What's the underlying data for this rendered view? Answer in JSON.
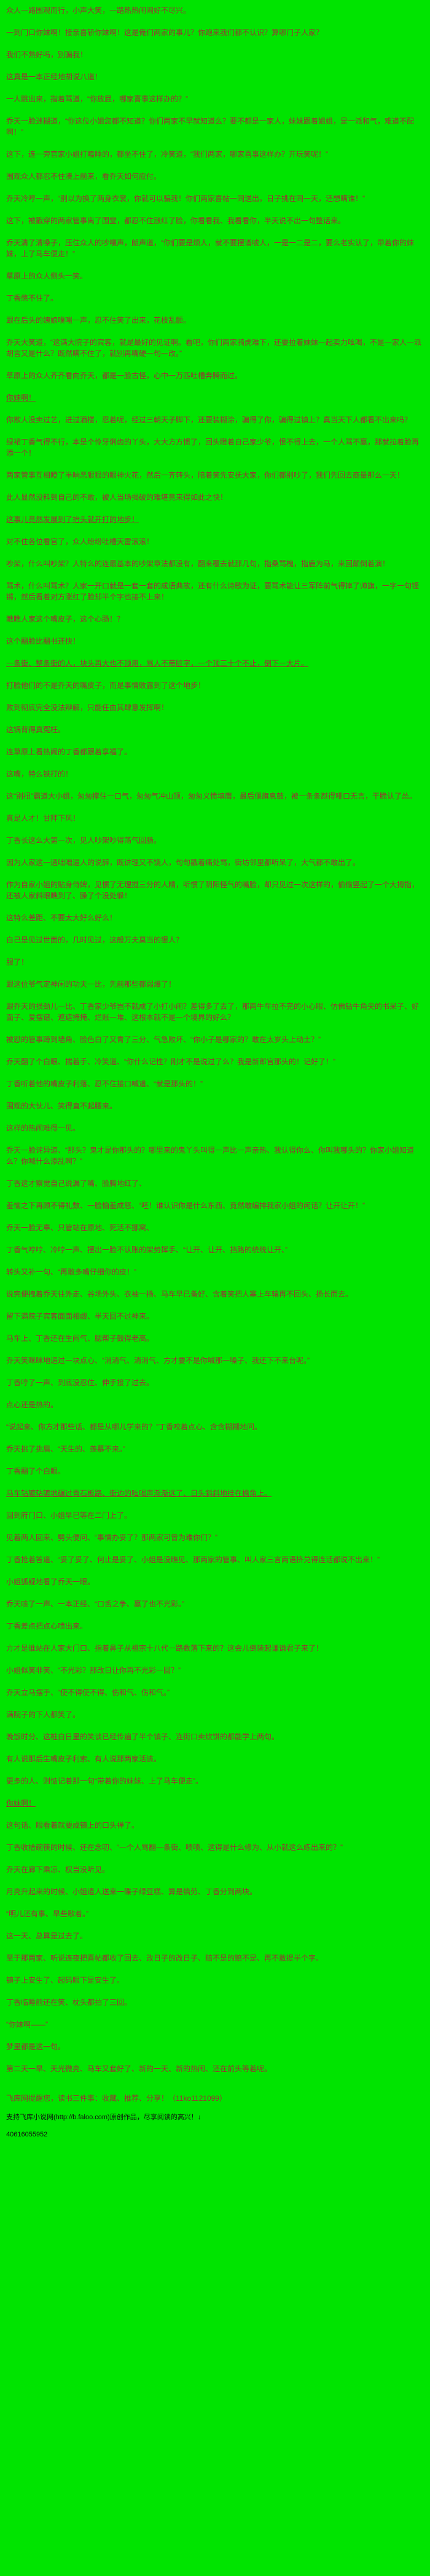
{
  "page": {
    "bg_color": "#00e400",
    "text_color": "#993333",
    "footer_text_color": "#111111"
  },
  "content": {
    "paragraphs": [
      {
        "text": "众人一路围观而行，小声大笑，一路热热闹闹好不尽兴。",
        "underline": false
      },
      {
        "text": "一到门口你妹啊！接亲喜轿你妹啊！这是俺们两家的事儿？你跑来我们都不认识？算哪门子人家？",
        "underline": false
      },
      {
        "text": "我们不熟好吗，别骗我！",
        "underline": false
      },
      {
        "text": "这真是一本正经地胡说八道！",
        "underline": false
      },
      {
        "text": "一人跳出来，指着骂道，“你放屁，哪家喜事这样办的？”",
        "underline": false
      },
      {
        "text": "乔天一脸迷糊道，“你这位小姐您都不知道？你们两家不早就知道么？要不都是一家人，妹妹跟着姐姐，是一派和气，难道不配啊！”",
        "underline": false
      },
      {
        "text": "这下，连一旁官家小姐打瞌睡的，都坐不住了，冷笑道，“我们两家，哪家喜事这样办？开玩笑呢！”",
        "underline": false
      },
      {
        "text": "围观众人都忍不住凑上前来，看乔天如何应付。",
        "underline": false
      },
      {
        "text": "乔天冷哼一声，“别以为换了两身衣裳，你就可以骗我！你们两家喜帖一同送出，日子挑在同一天，还想瞒谁！”",
        "underline": false
      },
      {
        "text": "这下，被戳穿的两家管事离了围堂，都忍不住涨红了脸，你看看我、我看看你，半天说不出一句整话来。",
        "underline": false
      },
      {
        "text": "乔天清了清嗓子，压住众人的吵嚷声，朗声道，“你们要是烦人，就不要摆谱唬人，一是一二是二，要么老实认了，带着你的妹妹，上了马车便走！”",
        "underline": false
      },
      {
        "text": "草原上的众人侧头一笑。",
        "underline": false
      },
      {
        "text": "丁香憋不住了。",
        "underline": false
      },
      {
        "text": "跟在后头的姨娘噗嗤一声，忍不住笑了出来，花枝乱颤。",
        "underline": false
      },
      {
        "text": "乔天大笑道，“这满大院子的宾客，就是最好的见证啊。看吧，你们两家骑虎难下，还要拉着妹妹一起卖力吆喝，不是一家人一派胡言又是什么？既然瞒不住了，就别再嘴硬一句一改。”",
        "underline": false
      },
      {
        "text": "草原上的众人齐齐看向乔天，都是一脸古怪，心中一万匹吐槽奔腾而过。",
        "underline": false
      },
      {
        "text": "你妹啊！",
        "underline": true
      },
      {
        "text": "你欺人没卖过艺，进过酒楼，忍着呢，经过三朝天子脚下，还要装糊涂，骗得了你，骗得过镇上？真当天下人都看不出来吗？",
        "underline": false
      },
      {
        "text": "绿裙丁香气得不行，本是个伶牙俐齿的丫头，大大方方惯了，回头瞪着自己家少爷，恨不得上去，一个人骂不赢，那就拉着脸再添一个！",
        "underline": false
      },
      {
        "text": "两家管事互相瞪了半晌恶狠狠的眼神火花，然后一齐转头，陪着笑先安抚大家，你们都别吵了，我们先回去商量那么一天！",
        "underline": false
      },
      {
        "text": "此人显然没料到自己的不敢，被人当场揭破的难堪竟来得如此之快！",
        "underline": false
      },
      {
        "text": "这事儿竟然发展到了抬头就开打的地步！",
        "underline": true
      },
      {
        "text": "对不住各位看官了，众人纷纷吐槽天雷滚滚！",
        "underline": false
      },
      {
        "text": "吵架，什么叫吵架？人特么的连最基本的吵架章法都没有，翻来覆去就那几句，指桑骂槐，指鹿为马，来回颠倒着演！",
        "underline": false
      },
      {
        "text": "骂术，什么叫骂术？人家一开口就是一套一套的成语典故，还有什么诗歌为证，要骂术能让三军阵前气得摔了帅旗，一字一句铿锵，然后看着对方涨红了脸却半个字也接不上来！",
        "underline": false
      },
      {
        "text": "瞧瞧人家这个嘴皮子，这个心肠！？",
        "underline": false
      },
      {
        "text": "这个翻脸比翻书还快！",
        "underline": false
      },
      {
        "text": "一条街、整条街的人，块头再大也不顶用，骂人不带脏字，一个顶三十个不止，倒下一大片。",
        "underline": true
      },
      {
        "text": "打脸他们的不是乔天的嘴皮子，而是事情败露到了这个地步！",
        "underline": false
      },
      {
        "text": "败到彻底完全没法辩解，只能任由其肆意发挥啊！",
        "underline": false
      },
      {
        "text": "这锅背得真冤枉。",
        "underline": false
      },
      {
        "text": "连草原上看热闹的丁香都跟着享福了。",
        "underline": false
      },
      {
        "text": "这嘴，特么铁打的！",
        "underline": false
      },
      {
        "text": "这“别扭”霸道大小姐，匆匆撑住一口气，匆匆气冲山顶，匆匆义愤填膺，最后偃旗息鼓，被一条条怼得哑口无言，干脆认了怂。",
        "underline": false
      },
      {
        "text": "真是人才！甘拜下风！",
        "underline": false
      },
      {
        "text": "丁香长这么大第一次，见人吵架吵得荡气回肠。",
        "underline": false
      },
      {
        "text": "因为人家这一通咄咄逼人的说辞，既讲理又不饶人，句句戳着痛处骂，街坊邻里都听呆了，大气都不敢出了。",
        "underline": false
      },
      {
        "text": "作为自家小姐的贴身侍婢，见惯了无理搅三分的人精，听惯了阴阳怪气的嘴脸，却只见过一次这样的，偷偷竖起了一个大拇指，还被人家斜眼瞧到了、臊了个没处躲！",
        "underline": false
      },
      {
        "text": "这特么差距、不要太大好么好么！",
        "underline": false
      },
      {
        "text": "自己是见过世面的，几时见过，这般万夫莫当的狠人？",
        "underline": false
      },
      {
        "text": "服了！",
        "underline": false
      },
      {
        "text": "跟这位爷气定神闲的功夫一比，先前那些都弱爆了！",
        "underline": false
      },
      {
        "text": "跟乔天的损劲儿一比、丁香家少爷岂不就成了小打小闹？差得多了去了，那两牛车拉不完的小心眼、仿佛钻牛角尖的书呆子、好面子、爱摆谱、遮遮掩掩、烂账一堆、这根本就不是一个境界的好么？",
        "underline": false
      },
      {
        "text": "被怼的管事蹲到墙角、脸色白了又青了三分、气急败坏、“你小子是哪家的？敢在太岁头上动土？”",
        "underline": false
      },
      {
        "text": "乔天翻了个白眼、揣着手、冷笑道、“你什么记性？刚才不是说过了么？我是新郎官那头的！记好了！”",
        "underline": false
      },
      {
        "text": "丁香听着他的嘴皮子利落、忍不住接口喊道、“就是那头的！”",
        "underline": false
      },
      {
        "text": "围观的大伙儿、笑得直不起腰来。",
        "underline": false
      },
      {
        "text": "这样的热闹难得一见。",
        "underline": false
      },
      {
        "text": "乔天一脸诧异道、“那头？鬼才是你那头的？哪里来的鬼丫头叫得一声比一声亲热、我认得你么、你叫我哪头的？你家小姐知道么？你喊什么添乱啊？”",
        "underline": false
      },
      {
        "text": "丁香这才察觉自己说漏了嘴、脸腾地红了、",
        "underline": false
      },
      {
        "text": "羞恼之下再顾不得礼数、一脸恼羞成怒、“呸！谁认识你是什么东西、竟然敢编排我家小姐的闲话？让开让开！”",
        "underline": false
      },
      {
        "text": "乔天一脸无辜、只管站在原地、死活不挪窝、",
        "underline": false
      },
      {
        "text": "丁香气哼哼、冷哼一声、摆出一脸不认账的架势挥手、“让开、让开、挡路的统统让开、”",
        "underline": false
      },
      {
        "text": "转头又补一句、“再敢多嘴仔细你的皮！”",
        "underline": false
      },
      {
        "text": "说完便拽着乔天往外走、谷场外头、衣袖一扬、马车早已备好、含着笑把人塞上车辕再不回头、扬长而去。",
        "underline": false
      },
      {
        "text": "留下满院子宾客面面相觑、半天回不过神来。",
        "underline": false
      },
      {
        "text": "马车上、丁香还在生闷气、腮帮子鼓得老高。",
        "underline": false
      },
      {
        "text": "乔天笑眯眯地递过一块点心、“消消气、消消气、方才要不是你喊那一嗓子、我还下不来台呢。”",
        "underline": false
      },
      {
        "text": "丁香哼了一声、到底没忍住、伸手接了过去。",
        "underline": false
      },
      {
        "text": "点心还是热的。",
        "underline": false
      },
      {
        "text": "“说起来、你方才那些话、都是从哪儿学来的？”丁香咬着点心、含含糊糊地问。",
        "underline": false
      },
      {
        "text": "乔天挑了挑眉、“天生的、羡慕不来。”",
        "underline": false
      },
      {
        "text": "丁香翻了个白眼。",
        "underline": false
      },
      {
        "text": "马车轱辘轱辘地碾过青石板路、街边的吆喝声渐渐远了、日头斜斜地挂在檐角上。",
        "underline": true
      },
      {
        "text": "回到府门口、小姐早已等在二门上了。",
        "underline": false
      },
      {
        "text": "见着两人回来、劈头便问、“事情办妥了？那两家可曾为难你们？”",
        "underline": false
      },
      {
        "text": "丁香抢着答道、“妥了妥了、何止是妥了、小姐是没瞧见、那两家的管事、叫人家三言两语挤兑得连话都说不出来！”",
        "underline": false
      },
      {
        "text": "小姐狐疑地看了乔天一眼。",
        "underline": false
      },
      {
        "text": "乔天咳了一声、一本正经、“口舌之争、赢了也不光彩。”",
        "underline": false
      },
      {
        "text": "丁香差点把点心喷出来。",
        "underline": false
      },
      {
        "text": "方才是谁站在人家大门口、指着鼻子从祖宗十八代一路数落下来的？这会儿倒装起谦谦君子来了！",
        "underline": false
      },
      {
        "text": "小姐似笑非笑、“不光彩？那改日让你再不光彩一回？”",
        "underline": false
      },
      {
        "text": "乔天立马摆手、“使不得使不得、伤和气、伤和气。”",
        "underline": false
      },
      {
        "text": "满院子的下人都笑了。",
        "underline": false
      },
      {
        "text": "晚饭时分、这桩白日里的笑谈已经传遍了半个镇子、连街口卖炊饼的都能学上两句。",
        "underline": false
      },
      {
        "text": "有人说那后生嘴皮子利索、有人说那两家活该。",
        "underline": false
      },
      {
        "text": "更多的人、则惦记着那一句“带着你的妹妹、上了马车便走”。",
        "underline": false
      },
      {
        "text": "你妹啊！",
        "underline": true
      },
      {
        "text": "这句话、眼看着就要成镇上的口头禅了。",
        "underline": false
      },
      {
        "text": "丁香收拾碗筷的时候、还在念叨、“一个人骂翻一条街、啧啧、这得是什么修为、从小就这么练出来的？”",
        "underline": false
      },
      {
        "text": "乔天在廊下乘凉、权当没听见。",
        "underline": false
      },
      {
        "text": "月亮升起来的时候、小姐遣人送来一碟子绿豆糕、算是犒劳、丁香分到两块。",
        "underline": false
      },
      {
        "text": "“明儿还有事、早些歇着。”",
        "underline": false
      },
      {
        "text": "这一天、总算是过去了。",
        "underline": false
      },
      {
        "text": "至于那两家、听说连夜把喜帖都收了回去、改日子的改日子、赔不是的赔不是、再不敢提半个字。",
        "underline": false
      },
      {
        "text": "镇子上安生了、起码眼下是安生了。",
        "underline": false
      },
      {
        "text": "丁香临睡前还在笑、枕头都拍了三回。",
        "underline": false
      },
      {
        "text": "“你妹啊——”",
        "underline": false
      },
      {
        "text": "梦里都是这一句。",
        "underline": false
      },
      {
        "text": "第二天一早、天光微亮、马车又套好了、新的一天、新的热闹、还在前头等着呢。",
        "underline": false
      }
    ]
  },
  "footer": {
    "nav_line": "飞库网提醒您，读书三件事：收藏、推荐、分享！（11ko1121099）",
    "promo_line": "支持飞库小说网(http://b.faloo.com)原创作品，尽享阅读的高兴！↓",
    "book_id": "40616055952"
  }
}
